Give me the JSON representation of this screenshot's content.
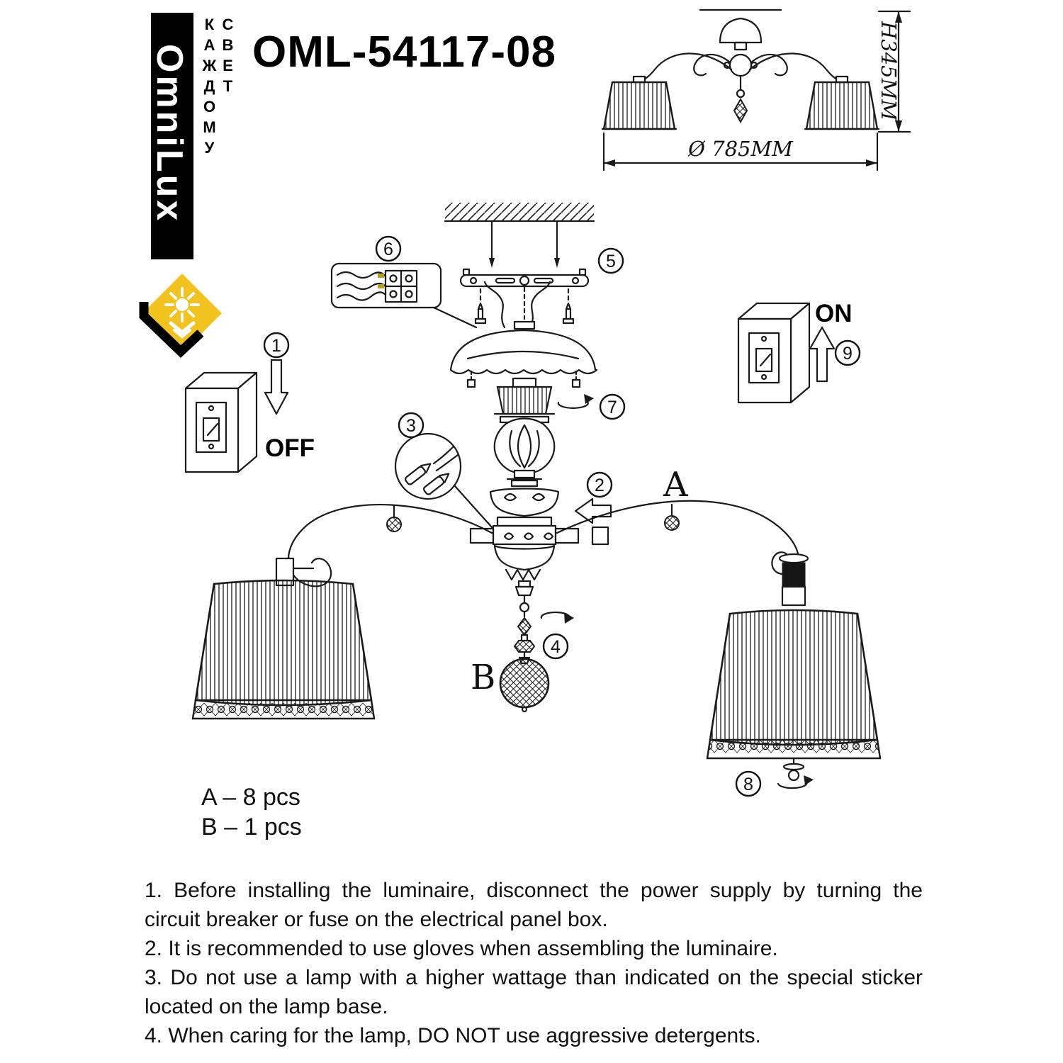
{
  "page": {
    "title": "OML-54117-08"
  },
  "logo": {
    "brand": "OmniLux",
    "slogan": "СВЕТ КАЖДОМУ",
    "accent_color": "#F2C21E"
  },
  "overview": {
    "height_label": "H345MM",
    "diameter_label": "Ø 785MM"
  },
  "diagram": {
    "steps": [
      "1",
      "2",
      "3",
      "4",
      "5",
      "6",
      "7",
      "8",
      "9"
    ],
    "off_label": "OFF",
    "on_label": "ON",
    "part_a_label": "A",
    "part_b_label": "B",
    "wire_mark_color": "#B3A11C"
  },
  "parts": {
    "a_count": "A – 8 pcs",
    "b_count": "B – 1 pcs"
  },
  "instructions": [
    "1. Before installing the luminaire, disconnect the power supply by turning the circuit breaker or fuse on the electrical panel box.",
    "2. It is recommended to use gloves when assembling the luminaire.",
    "3. Do not use a lamp with a higher wattage than indicated on the special sticker located on the lamp base.",
    "4. When caring for the lamp, DO NOT use aggressive detergents."
  ]
}
